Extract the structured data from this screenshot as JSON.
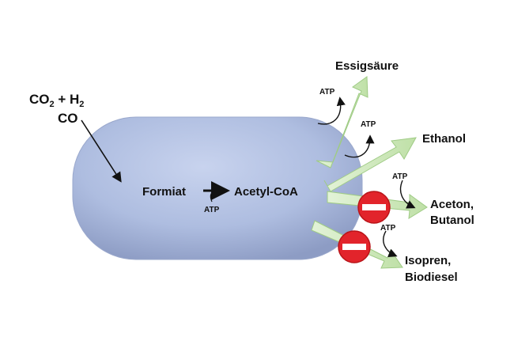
{
  "inputs": {
    "gases_co2": "CO",
    "gases_co2_sub": "2",
    "gases_plus_h": " + H",
    "gases_h_sub": "2",
    "co": "CO"
  },
  "intermediates": {
    "formiat": "Formiat",
    "acetyl_coa": "Acetyl-CoA"
  },
  "energy": {
    "atp": "ATP"
  },
  "products": {
    "essigsaeure": "Essigsäure",
    "ethanol": "Ethanol",
    "aceton_line1": "Aceton,",
    "aceton_line2": "Butanol",
    "isopren_line1": "Isopren,",
    "isopren_line2": "Biodiesel"
  },
  "colors": {
    "cell_fill": "#aebde0",
    "cell_shadow": "#8d9cc4",
    "product_arrow": "#c7e6b1",
    "product_arrow_stroke": "#9fcb85",
    "block_red": "#e2242b",
    "text": "#111111"
  }
}
